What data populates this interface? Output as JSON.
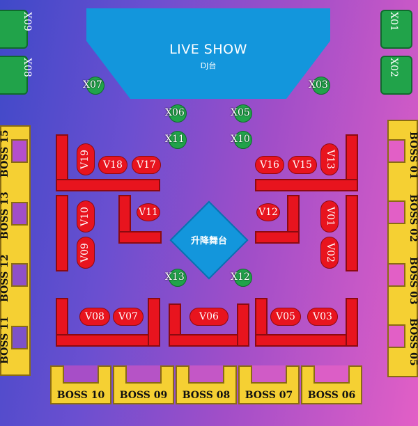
{
  "stage": {
    "title": "LIVE SHOW",
    "subtitle": "DJ台"
  },
  "lift_stage": {
    "label": "升降舞台"
  },
  "x_tables": [
    "X07",
    "X03",
    "X06",
    "X05",
    "X11",
    "X10",
    "X13",
    "X12"
  ],
  "x_side": [
    "X09",
    "X08",
    "X01",
    "X02"
  ],
  "v_tables_h": [
    "V18",
    "V17",
    "V16",
    "V15",
    "V11",
    "V12",
    "V08",
    "V07",
    "V06",
    "V05",
    "V03"
  ],
  "v_tables_v": [
    "V19",
    "V13",
    "V10",
    "V01",
    "V09",
    "V02"
  ],
  "boss_left": [
    "BOSS 15",
    "BOSS 13",
    "BOSS 12",
    "BOSS 11"
  ],
  "boss_right": [
    "BOSS 01",
    "BOSS 02",
    "BOSS 03",
    "BOSS 05"
  ],
  "boss_bottom": [
    "BOSS 10",
    "BOSS 09",
    "BOSS 08",
    "BOSS 07",
    "BOSS 06"
  ],
  "colors": {
    "stage": "#1396dc",
    "green": "#21a34a",
    "red": "#e8141e",
    "yellow": "#f5d033"
  }
}
